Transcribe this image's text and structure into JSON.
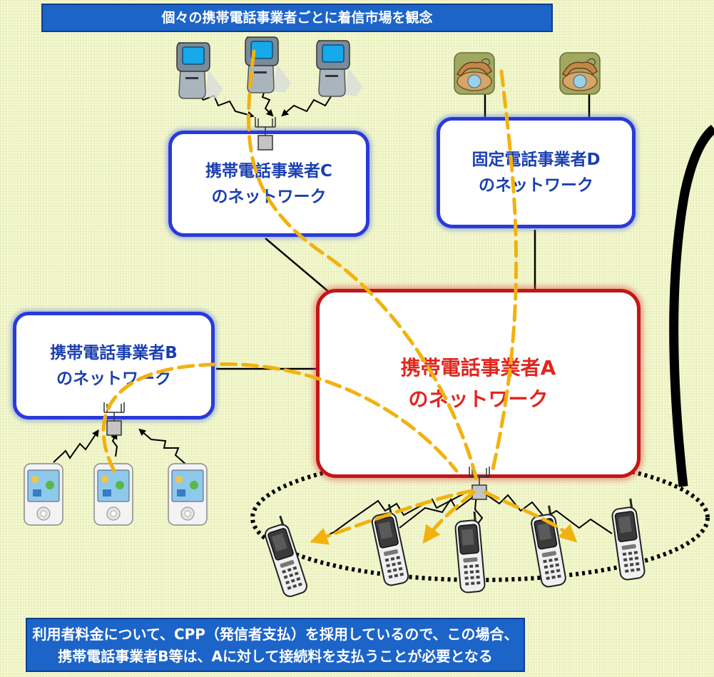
{
  "top_banner": "個々の携帯電話事業者ごとに着信市場を観念",
  "networks": {
    "c": {
      "line1": "携帯電話事業者C",
      "line2": "のネットワーク"
    },
    "d": {
      "line1": "固定電話事業者D",
      "line2": "のネットワーク"
    },
    "b": {
      "line1": "携帯電話事業者B",
      "line2": "のネットワーク"
    },
    "a": {
      "line1": "携帯電話事業者A",
      "line2": "のネットワーク"
    }
  },
  "bottom_banner": {
    "line1": "利用者料金について、CPP（発信者支払）を採用しているので、この場合、",
    "line2": "携帯電話事業者B等は、Aに対して接続料を支払うことが必要となる"
  },
  "colors": {
    "call_path": "#f2b20e",
    "net_border_blue": "#2a3ad8",
    "net_border_red": "#c41515",
    "banner_bg": "#1c64c8"
  },
  "icons": [
    "flip-phone-icon",
    "rotary-phone-icon",
    "smartphone-icon",
    "candybar-phone-icon",
    "base-station-icon"
  ]
}
